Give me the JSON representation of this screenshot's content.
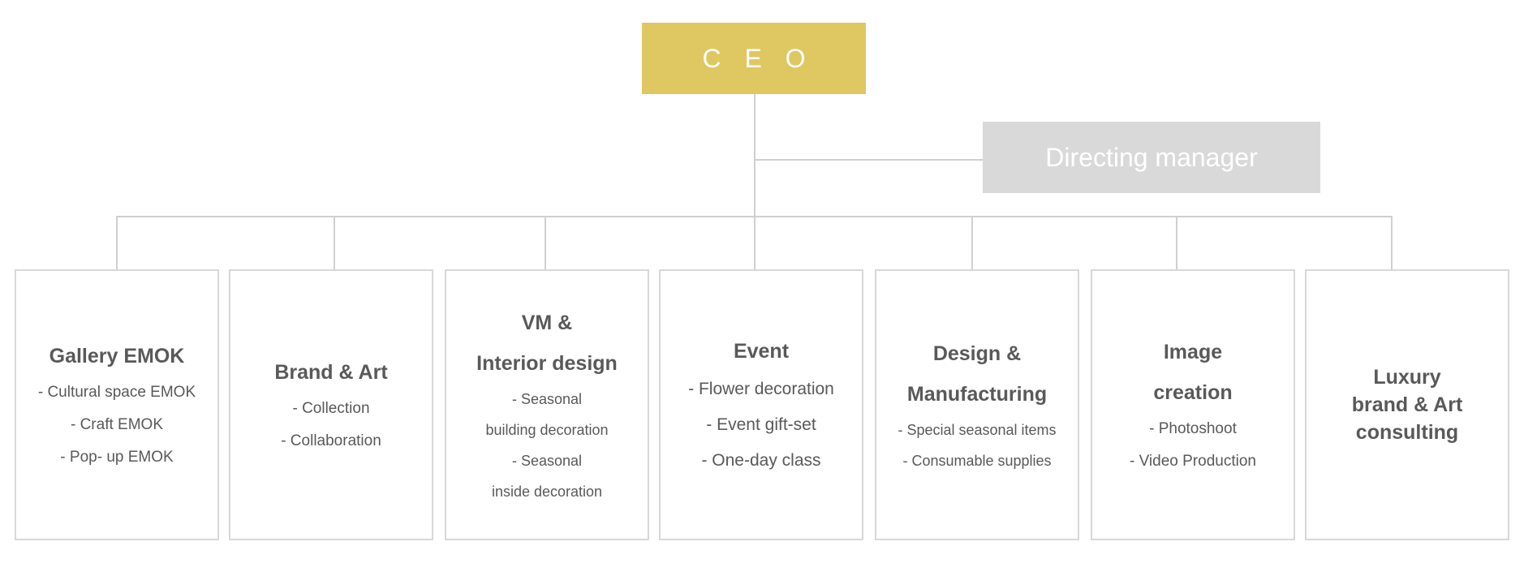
{
  "colors": {
    "ceo_fill": "#dfc862",
    "director_fill": "#d9d9d9",
    "connector": "#d0d0d0",
    "dept_border": "#d8d8d8",
    "text": "#595959"
  },
  "ceo": {
    "label": "C E O"
  },
  "director": {
    "label": "Directing manager"
  },
  "departments": [
    {
      "title_lines": [
        "Gallery EMOK"
      ],
      "items": [
        "- Cultural space EMOK",
        "- Craft EMOK",
        "- Pop- up EMOK"
      ]
    },
    {
      "title_lines": [
        "Brand & Art"
      ],
      "items": [
        "- Collection",
        "- Collaboration"
      ]
    },
    {
      "title_lines": [
        "VM &",
        "Interior design"
      ],
      "items": [
        "- Seasonal",
        "building decoration",
        "- Seasonal",
        "inside decoration"
      ]
    },
    {
      "title_lines": [
        "Event"
      ],
      "items": [
        "- Flower decoration",
        "- Event gift-set",
        "- One-day class"
      ]
    },
    {
      "title_lines": [
        "Design &",
        "Manufacturing"
      ],
      "items": [
        "- Special seasonal items",
        "- Consumable supplies"
      ]
    },
    {
      "title_lines": [
        "Image",
        "creation"
      ],
      "items": [
        "- Photoshoot",
        "- Video Production"
      ]
    },
    {
      "title_lines": [
        "Luxury",
        "brand & Art",
        "consulting"
      ],
      "items": []
    }
  ]
}
